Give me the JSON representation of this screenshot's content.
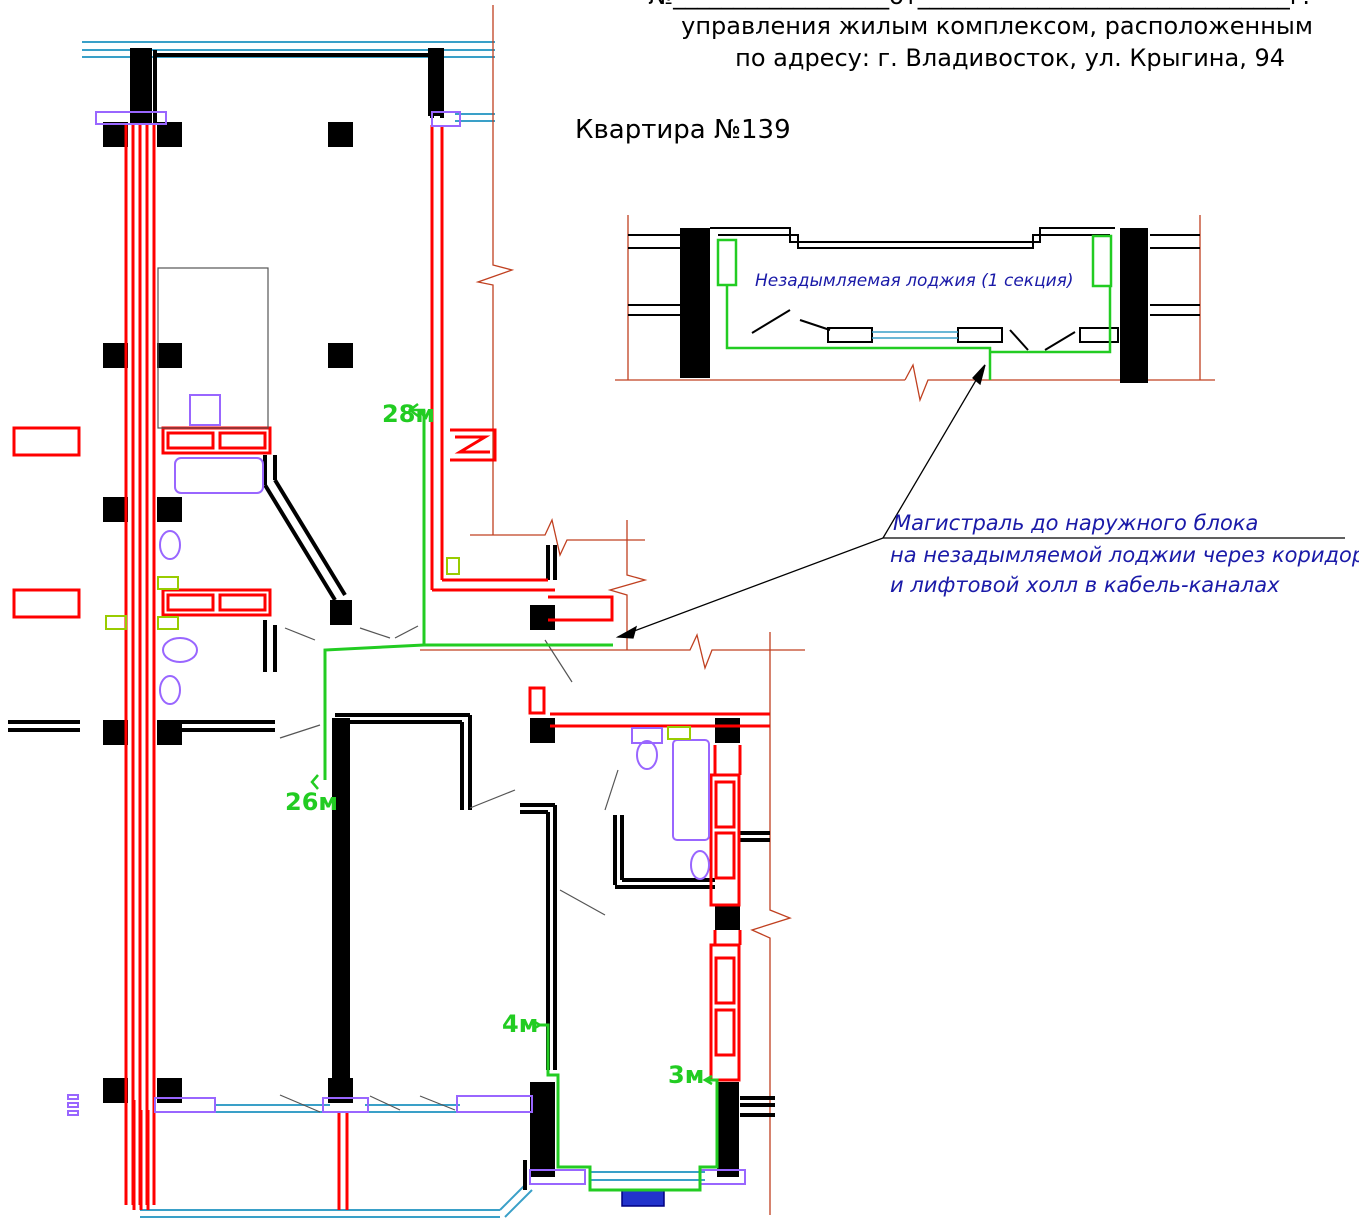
{
  "header": {
    "line1": "№__________________от_______________________________г.",
    "line2": "управления жилым комплексом, расположенным",
    "line3": "по адресу: г. Владивосток, ул. Крыгина, 94"
  },
  "apartment_title": "Квартира №139",
  "loggia_label": "Незадымляемая лоджия (1 секция)",
  "route_note": {
    "line1": "Магистраль до наружного блока",
    "line2": "на незадымляемой лоджии через коридор",
    "line3": "и лифтовой холл в кабель-каналах"
  },
  "cable_lengths": {
    "upper_left": "28м",
    "left": "26м",
    "bottom_middle": "4м",
    "bottom_right": "3м"
  },
  "colors": {
    "wall": "#000000",
    "new_partition": "#ff0000",
    "cable_route": "#22cc22",
    "annotation": "#1a1aa8",
    "window": "#3aa0c8",
    "plumbing": "#9966ff"
  }
}
